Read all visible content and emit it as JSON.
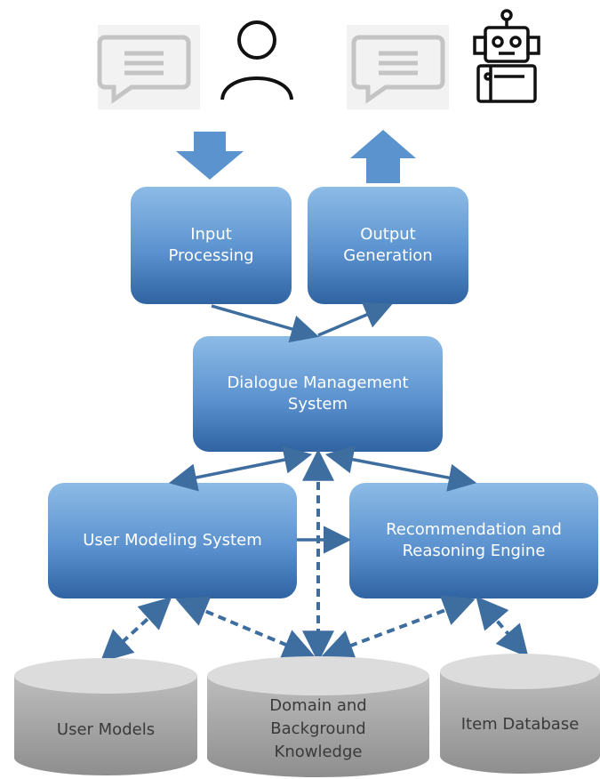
{
  "boxes": {
    "input_processing": "Input\nProcessing",
    "output_generation": "Output\nGeneration",
    "dialogue_management": "Dialogue Management\nSystem",
    "user_modeling": "User Modeling System",
    "recommendation_engine": "Recommendation and\nReasoning Engine"
  },
  "databases": {
    "user_models": "User Models",
    "domain_knowledge": "Domain and\nBackground\nKnowledge",
    "item_database": "Item Database"
  },
  "icons": {
    "user_message": "speech-bubble-icon",
    "user": "person-icon",
    "bot_message": "speech-bubble-icon",
    "bot": "robot-icon"
  },
  "colors": {
    "box_top": "#8dbbe6",
    "box_bottom": "#3166a4",
    "arrow": "#3e6e9f",
    "big_arrow": "#5b93cf",
    "db_fill": "#a9a9a9",
    "db_top": "#dcdcdc",
    "bubble_bg": "#f2f2f2"
  }
}
